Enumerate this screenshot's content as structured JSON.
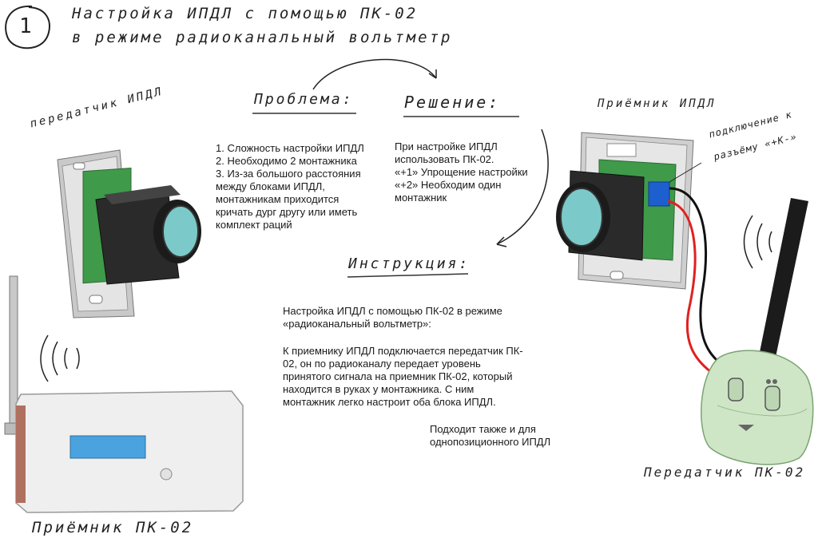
{
  "header": {
    "step_number": "1",
    "title_line1": "Настройка ИПДЛ с помощью ПК-02",
    "title_line2": "в режиме радиоканальный вольтметр"
  },
  "labels": {
    "problem_heading": "Проблема:",
    "solution_heading": "Решение:",
    "instruction_heading": "Инструкция:",
    "transmitter_ipdl": "передатчик ИПДЛ",
    "receiver_ipdl": "Приёмник ИПДЛ",
    "connection_note_line1": "подключение к",
    "connection_note_line2": "разъёму «+К-»",
    "receiver_pk02": "Приёмник ПК-02",
    "transmitter_pk02": "Передатчик ПК-02"
  },
  "problem": {
    "lines": [
      "1. Сложность настройки ИПДЛ",
      "2. Необходимо 2 монтажника",
      "3. Из-за большого расстояния",
      "между блоками ИПДЛ,",
      "монтажникам приходится",
      "кричать дург другу или иметь",
      "комплект раций"
    ]
  },
  "solution": {
    "lines": [
      "При настройке ИПДЛ",
      "использовать ПК-02.",
      "«+1» Упрощение настройки",
      "«+2» Необходим один",
      "монтажник"
    ]
  },
  "instruction": {
    "intro_lines": [
      "Настройка ИПДЛ с помощью ПК-02 в режиме",
      "«радиоканальный вольтметр»:"
    ],
    "body_lines": [
      "К приемнику ИПДЛ подключается передатчик ПК-",
      "02, он по радиоканалу передает уровень",
      "принятого сигнала на приемник ПК-02, который",
      "находится в руках у монтажника. С ним",
      "монтажник легко настроит оба блока ИПДЛ."
    ],
    "note_lines": [
      "Подходит также и для",
      "однопозиционного ИПДЛ"
    ]
  },
  "colors": {
    "pcb_green": "#3f9a4a",
    "lens_cyan": "#7cc9c9",
    "lcd_blue": "#4aa3df",
    "terminal_blue": "#1e5fd0",
    "wire_red": "#e02020",
    "transmitter_shell": "#cfe6c6",
    "device_grey": "#d7d7d7"
  },
  "icons": [
    "signal-waves-icon",
    "arrow-curve-icon",
    "antenna-icon"
  ]
}
